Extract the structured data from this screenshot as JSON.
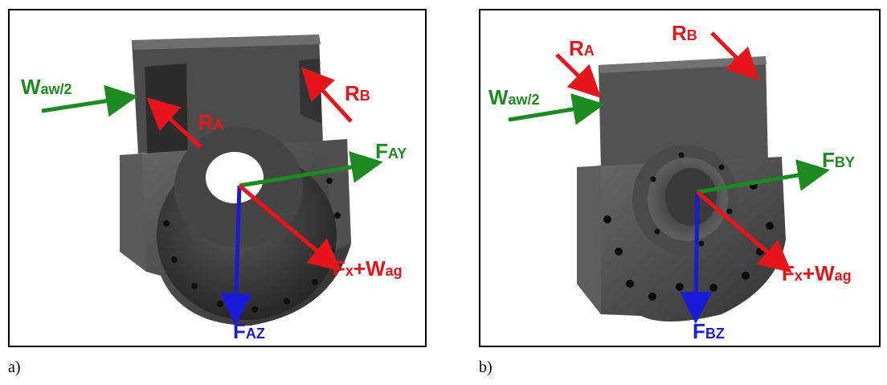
{
  "colors": {
    "red": "#e8141c",
    "green": "#1c8a1e",
    "blue": "#1a1ad8",
    "part_dark": "#3a3a3a",
    "part_mid": "#585858",
    "part_light": "#7a7a7a"
  },
  "panels": [
    {
      "caption": "a)",
      "labels": {
        "waw": {
          "main": "W",
          "sub": "aw/2"
        },
        "ra": {
          "main": "R",
          "sub": "A"
        },
        "rb": {
          "main": "R",
          "sub": "B"
        },
        "fy": {
          "main": "F",
          "sub": "AY"
        },
        "fz": {
          "main": "F",
          "sub": "AZ"
        },
        "fx": {
          "main": "F",
          "sub1": "x",
          "mid": "+W",
          "sub2": "ag"
        }
      }
    },
    {
      "caption": "b)",
      "labels": {
        "waw": {
          "main": "W",
          "sub": "aw/2"
        },
        "ra": {
          "main": "R",
          "sub": "A"
        },
        "rb": {
          "main": "R",
          "sub": "B"
        },
        "fy": {
          "main": "F",
          "sub": "BY"
        },
        "fz": {
          "main": "F",
          "sub": "BZ"
        },
        "fx": {
          "main": "F",
          "sub1": "x",
          "mid": "+W",
          "sub2": "ag"
        }
      }
    }
  ]
}
